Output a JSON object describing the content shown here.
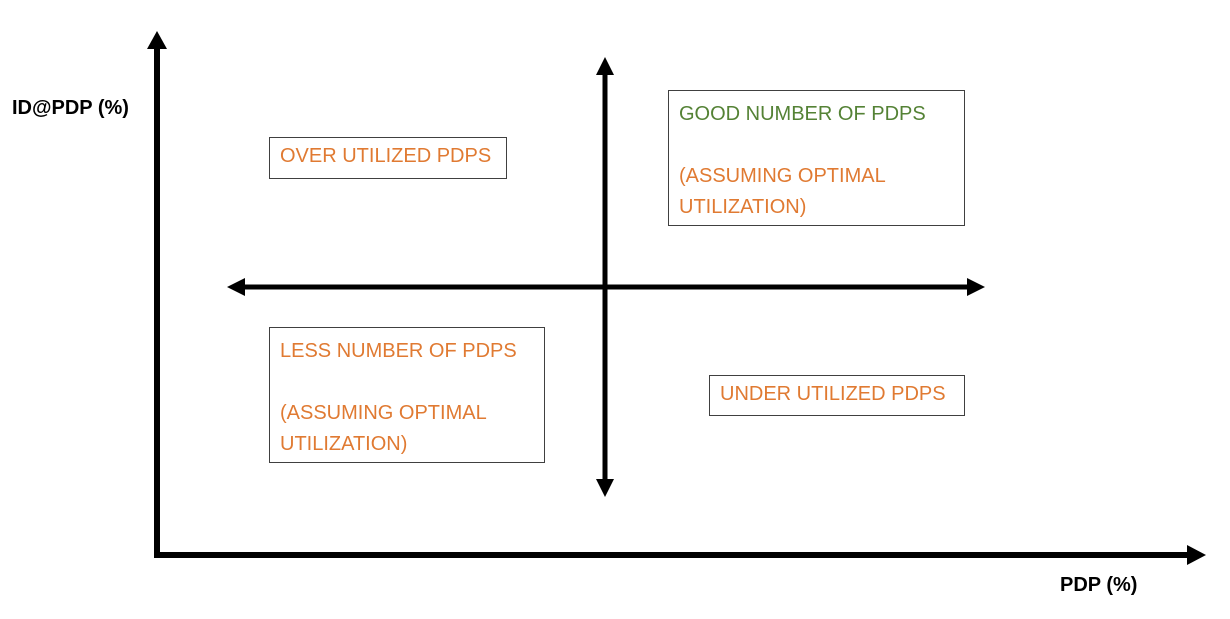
{
  "y_axis_label": "ID@PDP (%)",
  "x_axis_label": "PDP (%)",
  "colors": {
    "orange": "#E07A32",
    "green": "#548235",
    "axis": "#000000"
  },
  "quadrants": {
    "top_left": {
      "line1": "OVER UTILIZED PDPS"
    },
    "top_right": {
      "line1": "GOOD NUMBER OF PDPS",
      "line2": "(ASSUMING OPTIMAL",
      "line3": "UTILIZATION)"
    },
    "bottom_left": {
      "line1": "LESS NUMBER OF PDPS",
      "line2": "(ASSUMING OPTIMAL",
      "line3": "UTILIZATION)"
    },
    "bottom_right": {
      "line1": "UNDER UTILIZED PDPS"
    }
  }
}
